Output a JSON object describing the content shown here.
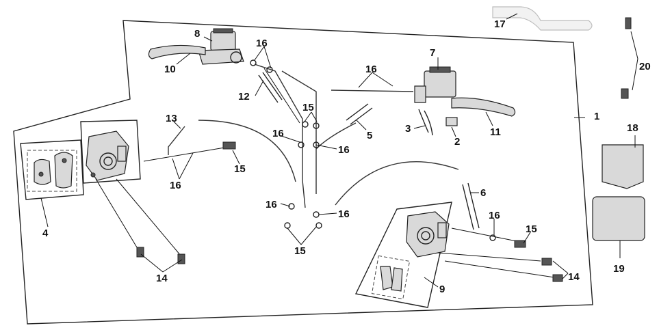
{
  "diagram": {
    "labels": [
      {
        "id": "1",
        "text": "1"
      },
      {
        "id": "2",
        "text": "2"
      },
      {
        "id": "3",
        "text": "3"
      },
      {
        "id": "4",
        "text": "4"
      },
      {
        "id": "5",
        "text": "5"
      },
      {
        "id": "6",
        "text": "6"
      },
      {
        "id": "7",
        "text": "7"
      },
      {
        "id": "8",
        "text": "8"
      },
      {
        "id": "9",
        "text": "9"
      },
      {
        "id": "10",
        "text": "10"
      },
      {
        "id": "11",
        "text": "11"
      },
      {
        "id": "12",
        "text": "12"
      },
      {
        "id": "13",
        "text": "13"
      },
      {
        "id": "14a",
        "text": "14"
      },
      {
        "id": "14b",
        "text": "14"
      },
      {
        "id": "15a",
        "text": "15"
      },
      {
        "id": "15b",
        "text": "15"
      },
      {
        "id": "15c",
        "text": "15"
      },
      {
        "id": "15d",
        "text": "15"
      },
      {
        "id": "16a",
        "text": "16"
      },
      {
        "id": "16b",
        "text": "16"
      },
      {
        "id": "16c",
        "text": "16"
      },
      {
        "id": "16d",
        "text": "16"
      },
      {
        "id": "16e",
        "text": "16"
      },
      {
        "id": "16f",
        "text": "16"
      },
      {
        "id": "16g",
        "text": "16"
      },
      {
        "id": "16h",
        "text": "16"
      },
      {
        "id": "17",
        "text": "17"
      },
      {
        "id": "18",
        "text": "18"
      },
      {
        "id": "19",
        "text": "19"
      },
      {
        "id": "20",
        "text": "20"
      }
    ]
  }
}
